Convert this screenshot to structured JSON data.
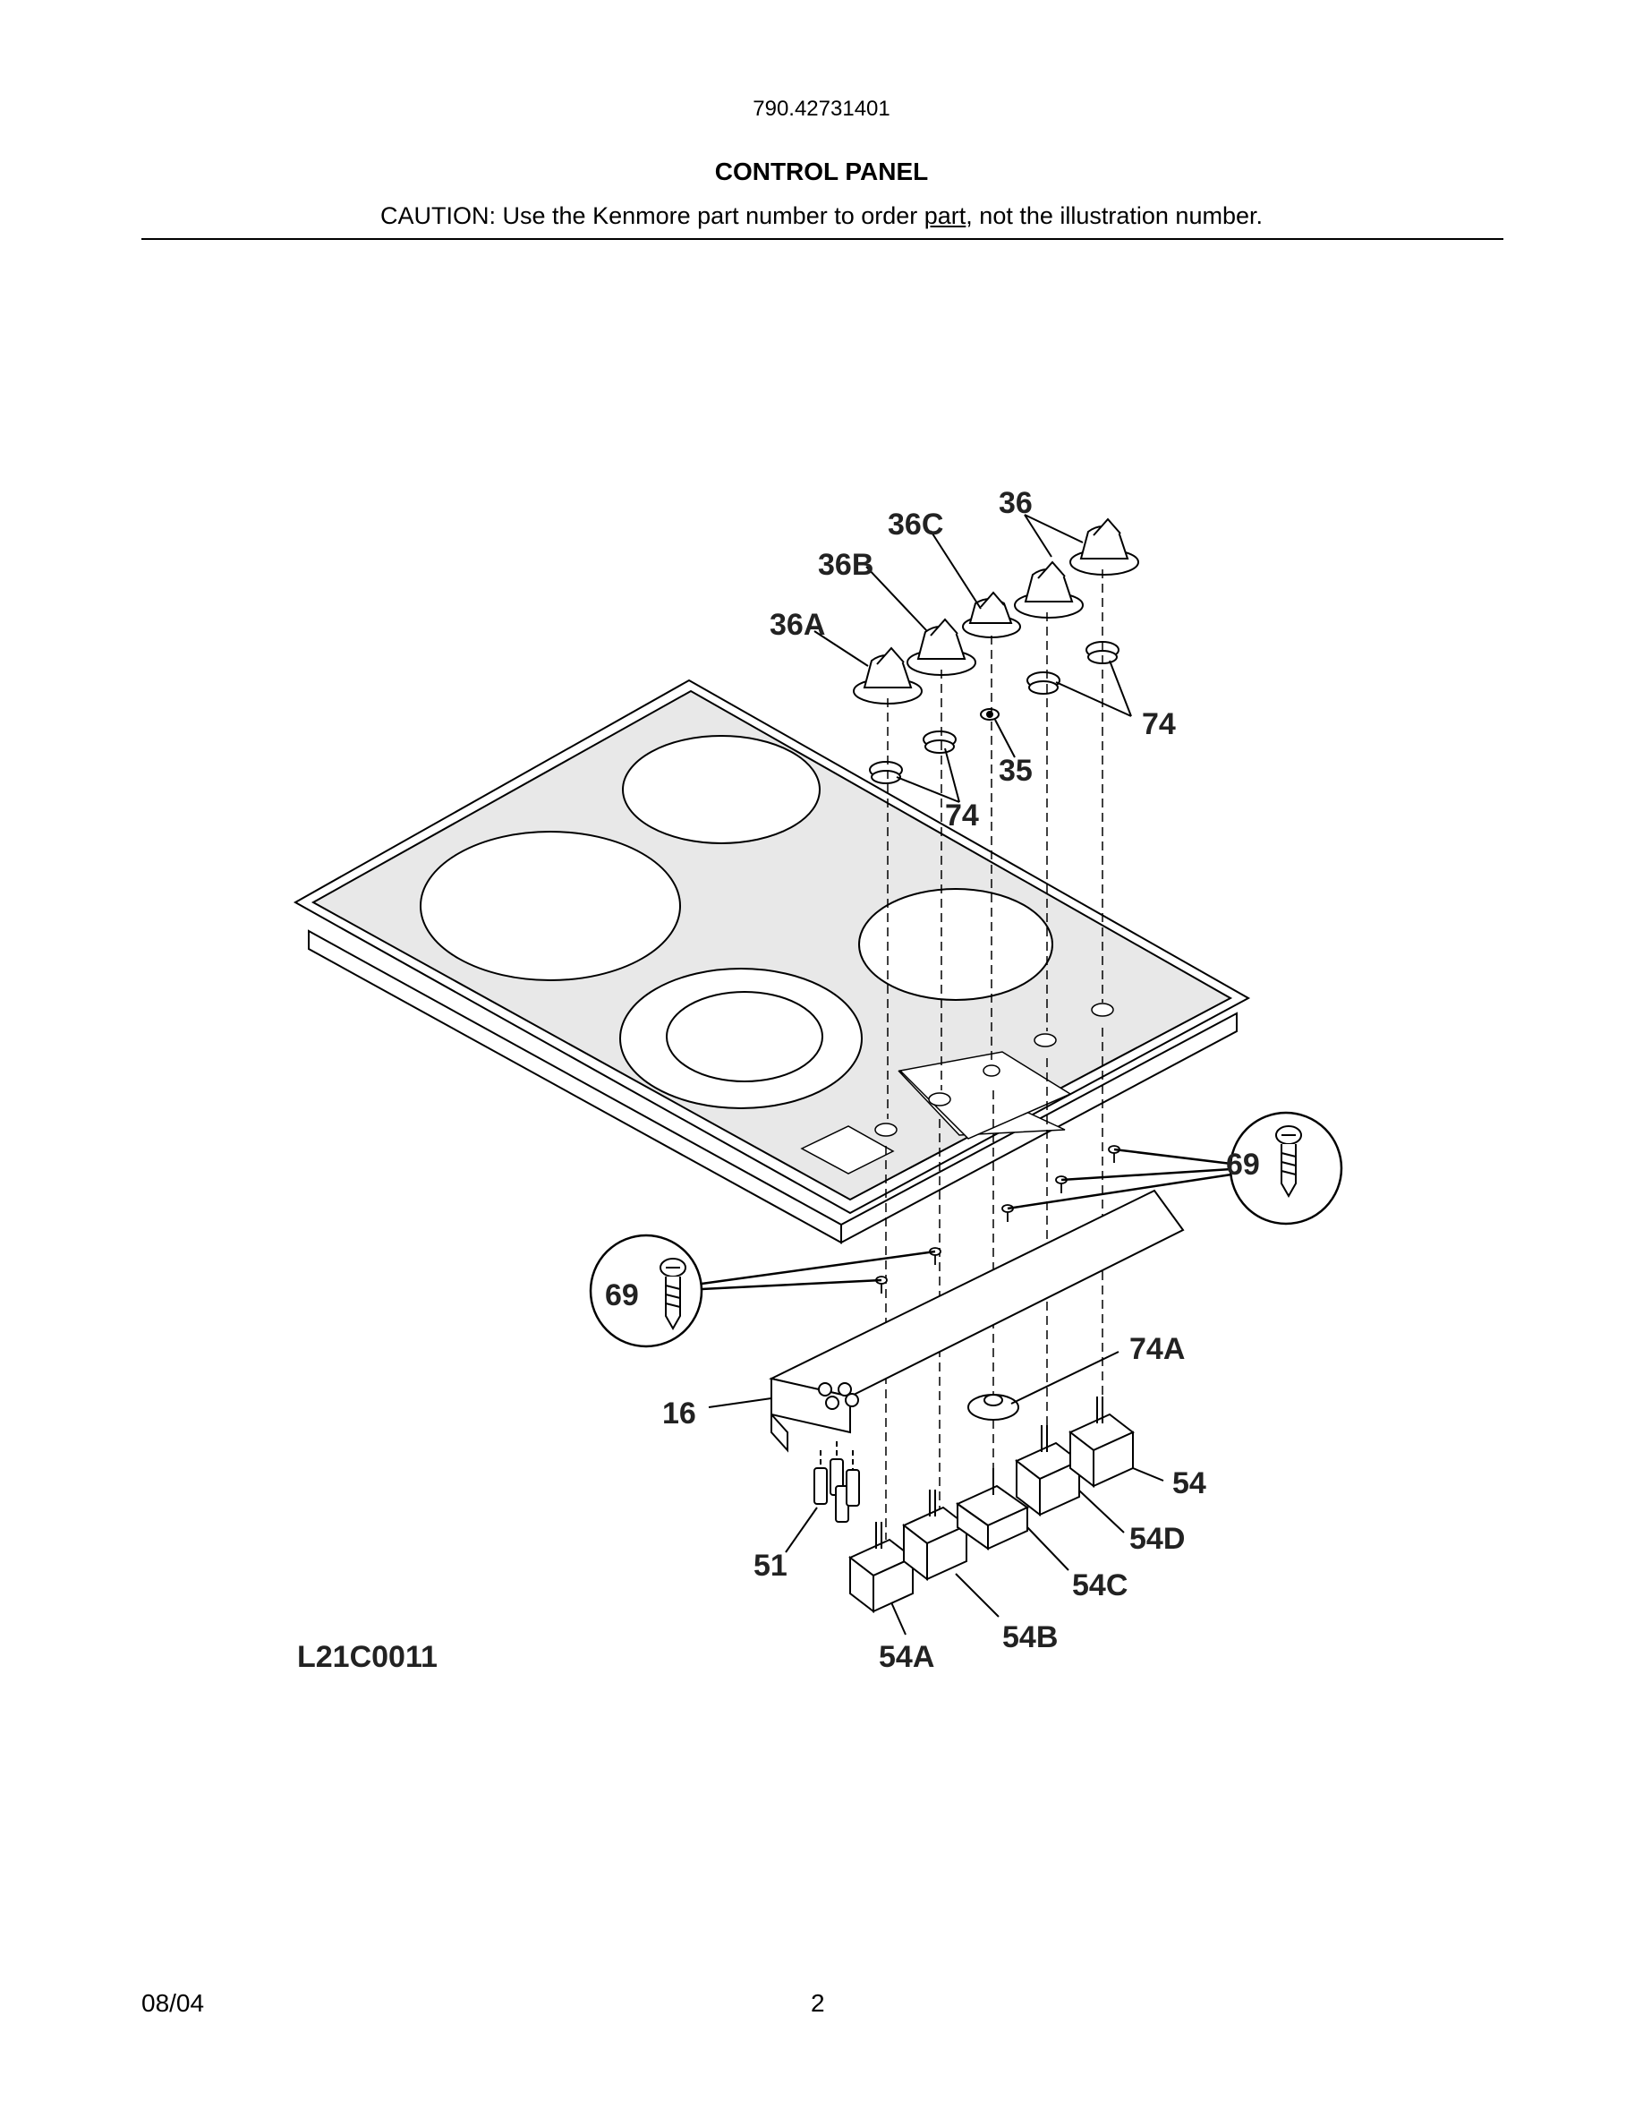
{
  "header": {
    "model_number": "790.42731401",
    "title": "CONTROL PANEL",
    "caution_prefix": "CAUTION: Use the Kenmore part number to order ",
    "caution_underlined": "part",
    "caution_suffix": ", not the illustration number."
  },
  "diagram": {
    "figure_id": "L21C0011",
    "callouts": {
      "c36": "36",
      "c36c": "36C",
      "c36b": "36B",
      "c36a": "36A",
      "c74_right": "74",
      "c35": "35",
      "c74_left": "74",
      "c69_right": "69",
      "c69_left": "69",
      "c74a": "74A",
      "c16": "16",
      "c54": "54",
      "c54d": "54D",
      "c54c": "54C",
      "c51": "51",
      "c54b": "54B",
      "c54a": "54A"
    }
  },
  "footer": {
    "date": "08/04",
    "page_number": "2"
  }
}
